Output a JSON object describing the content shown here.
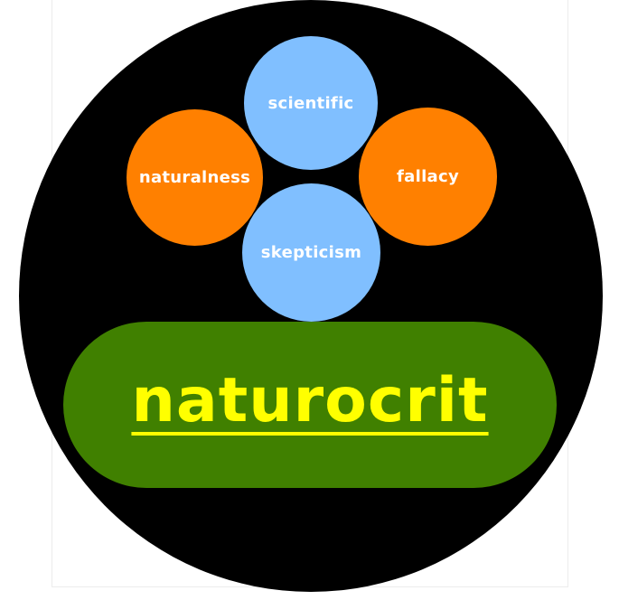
{
  "logo": {
    "brand": "naturocrit",
    "concepts": {
      "top": "scientific",
      "left": "naturalness",
      "right": "fallacy",
      "bottom": "skepticism"
    }
  },
  "colors": {
    "background": "#000000",
    "blue_bubble": "#80bfff",
    "orange_bubble": "#ff8000",
    "pill": "#408000",
    "brand_text": "#ffff00"
  }
}
